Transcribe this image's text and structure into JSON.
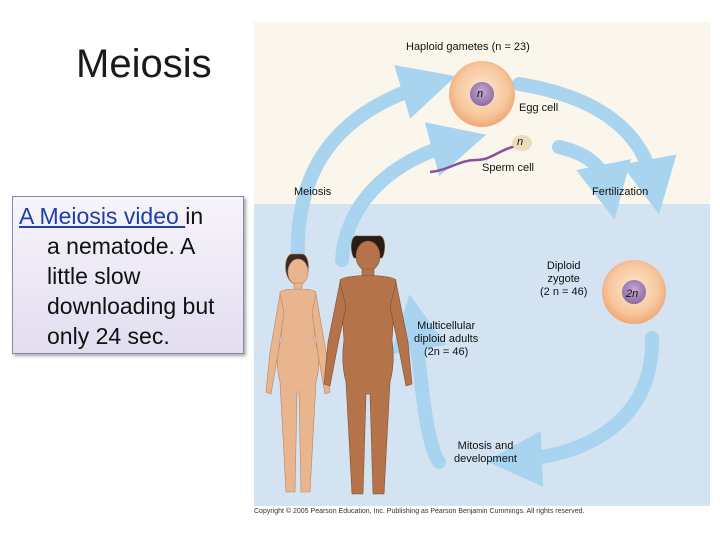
{
  "title": "Meiosis",
  "textbox": {
    "link_text": "A Meiosis video ",
    "line1_rest": "in",
    "line2": "a nematode.  A",
    "line3": "little slow",
    "line4": "downloading but",
    "line5": "only 24 sec."
  },
  "figure": {
    "haploid_gametes": "Haploid gametes (n = 23)",
    "egg_n": "n",
    "egg_cell": "Egg cell",
    "sperm_n": "n",
    "sperm_cell": "Sperm cell",
    "meiosis": "Meiosis",
    "fertilization": "Fertilization",
    "zygote_line1": "Diploid",
    "zygote_line2": "zygote",
    "zygote_line3": "(2 n = 46)",
    "zygote_2n": "2n",
    "adults_line1": "Multicellular",
    "adults_line2": "diploid adults",
    "adults_line3": "(2n = 46)",
    "mitosis_line1": "Mitosis and",
    "mitosis_line2": "development",
    "copyright": "Copyright © 2005 Pearson Education, Inc. Publishing as Pearson Benjamin Cummings. All rights reserved."
  },
  "colors": {
    "haploid_bg": "#fbf6ec",
    "diploid_bg": "#d3e3f2",
    "arrow": "#a9d4ef",
    "egg_outer": "#f7c79c",
    "nucleus": "#8c6aa2",
    "sperm": "#8a4fa0",
    "skin_female": "#e9b58f",
    "skin_male": "#b5734a"
  }
}
